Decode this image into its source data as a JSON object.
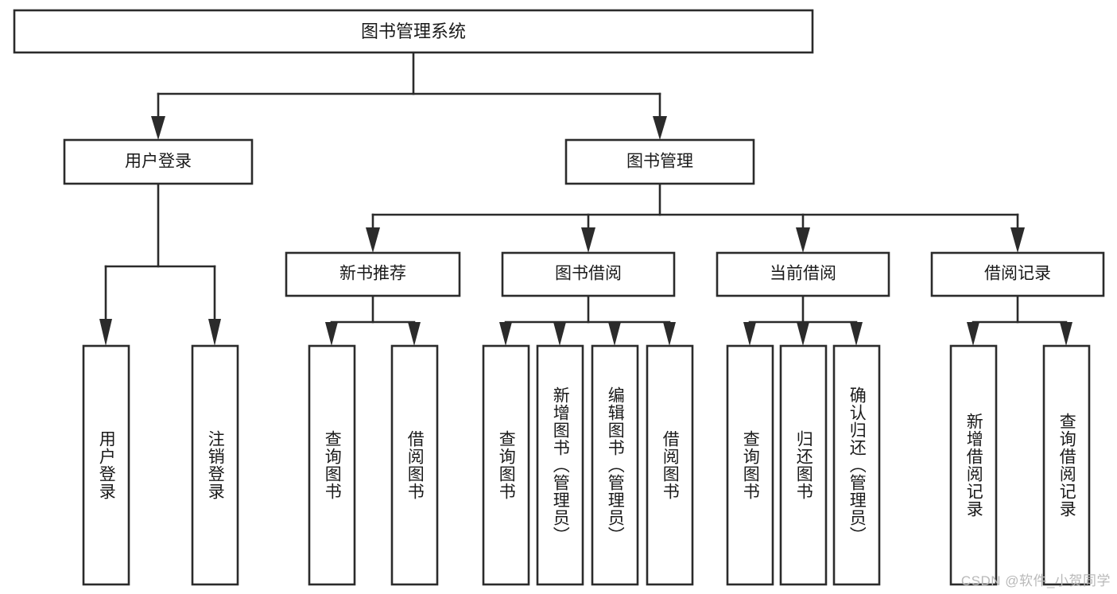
{
  "diagram": {
    "type": "tree",
    "title": "图书管理系统",
    "root": {
      "id": "root",
      "label": "图书管理系统",
      "orientation": "horizontal"
    },
    "level2": [
      {
        "id": "user-login",
        "label": "用户登录",
        "orientation": "horizontal"
      },
      {
        "id": "book-management",
        "label": "图书管理",
        "orientation": "horizontal"
      }
    ],
    "level3": [
      {
        "id": "new-book-recommend",
        "label": "新书推荐",
        "orientation": "horizontal",
        "parent": "book-management"
      },
      {
        "id": "book-borrow",
        "label": "图书借阅",
        "orientation": "horizontal",
        "parent": "book-management"
      },
      {
        "id": "current-borrow",
        "label": "当前借阅",
        "orientation": "horizontal",
        "parent": "book-management"
      },
      {
        "id": "borrow-record",
        "label": "借阅记录",
        "orientation": "horizontal",
        "parent": "book-management"
      }
    ],
    "leaves": [
      {
        "id": "leaf-user-login",
        "label": "用户登录",
        "orientation": "vertical",
        "parent": "user-login"
      },
      {
        "id": "leaf-logout",
        "label": "注销登录",
        "orientation": "vertical",
        "parent": "user-login"
      },
      {
        "id": "leaf-query-book-1",
        "label": "查询图书",
        "orientation": "vertical",
        "parent": "new-book-recommend"
      },
      {
        "id": "leaf-borrow-book-1",
        "label": "借阅图书",
        "orientation": "vertical",
        "parent": "new-book-recommend"
      },
      {
        "id": "leaf-query-book-2",
        "label": "查询图书",
        "orientation": "vertical",
        "parent": "book-borrow"
      },
      {
        "id": "leaf-add-book",
        "label": "新增图书（管理员）",
        "orientation": "vertical",
        "parent": "book-borrow"
      },
      {
        "id": "leaf-edit-book",
        "label": "编辑图书（管理员）",
        "orientation": "vertical",
        "parent": "book-borrow"
      },
      {
        "id": "leaf-borrow-book-2",
        "label": "借阅图书",
        "orientation": "vertical",
        "parent": "book-borrow"
      },
      {
        "id": "leaf-query-book-3",
        "label": "查询图书",
        "orientation": "vertical",
        "parent": "current-borrow"
      },
      {
        "id": "leaf-return-book",
        "label": "归还图书",
        "orientation": "vertical",
        "parent": "current-borrow"
      },
      {
        "id": "leaf-confirm-return",
        "label": "确认归还（管理员）",
        "orientation": "vertical",
        "parent": "current-borrow"
      },
      {
        "id": "leaf-add-record",
        "label": "新增借阅记录",
        "orientation": "vertical",
        "parent": "borrow-record"
      },
      {
        "id": "leaf-query-record",
        "label": "查询借阅记录",
        "orientation": "vertical",
        "parent": "borrow-record"
      }
    ],
    "colors": {
      "stroke": "#2b2b2b",
      "fill": "#ffffff",
      "text": "#1a1a1a",
      "watermark": "#b9b9b9"
    }
  },
  "watermark": {
    "text": "CSDN @软件_小贺同学"
  }
}
